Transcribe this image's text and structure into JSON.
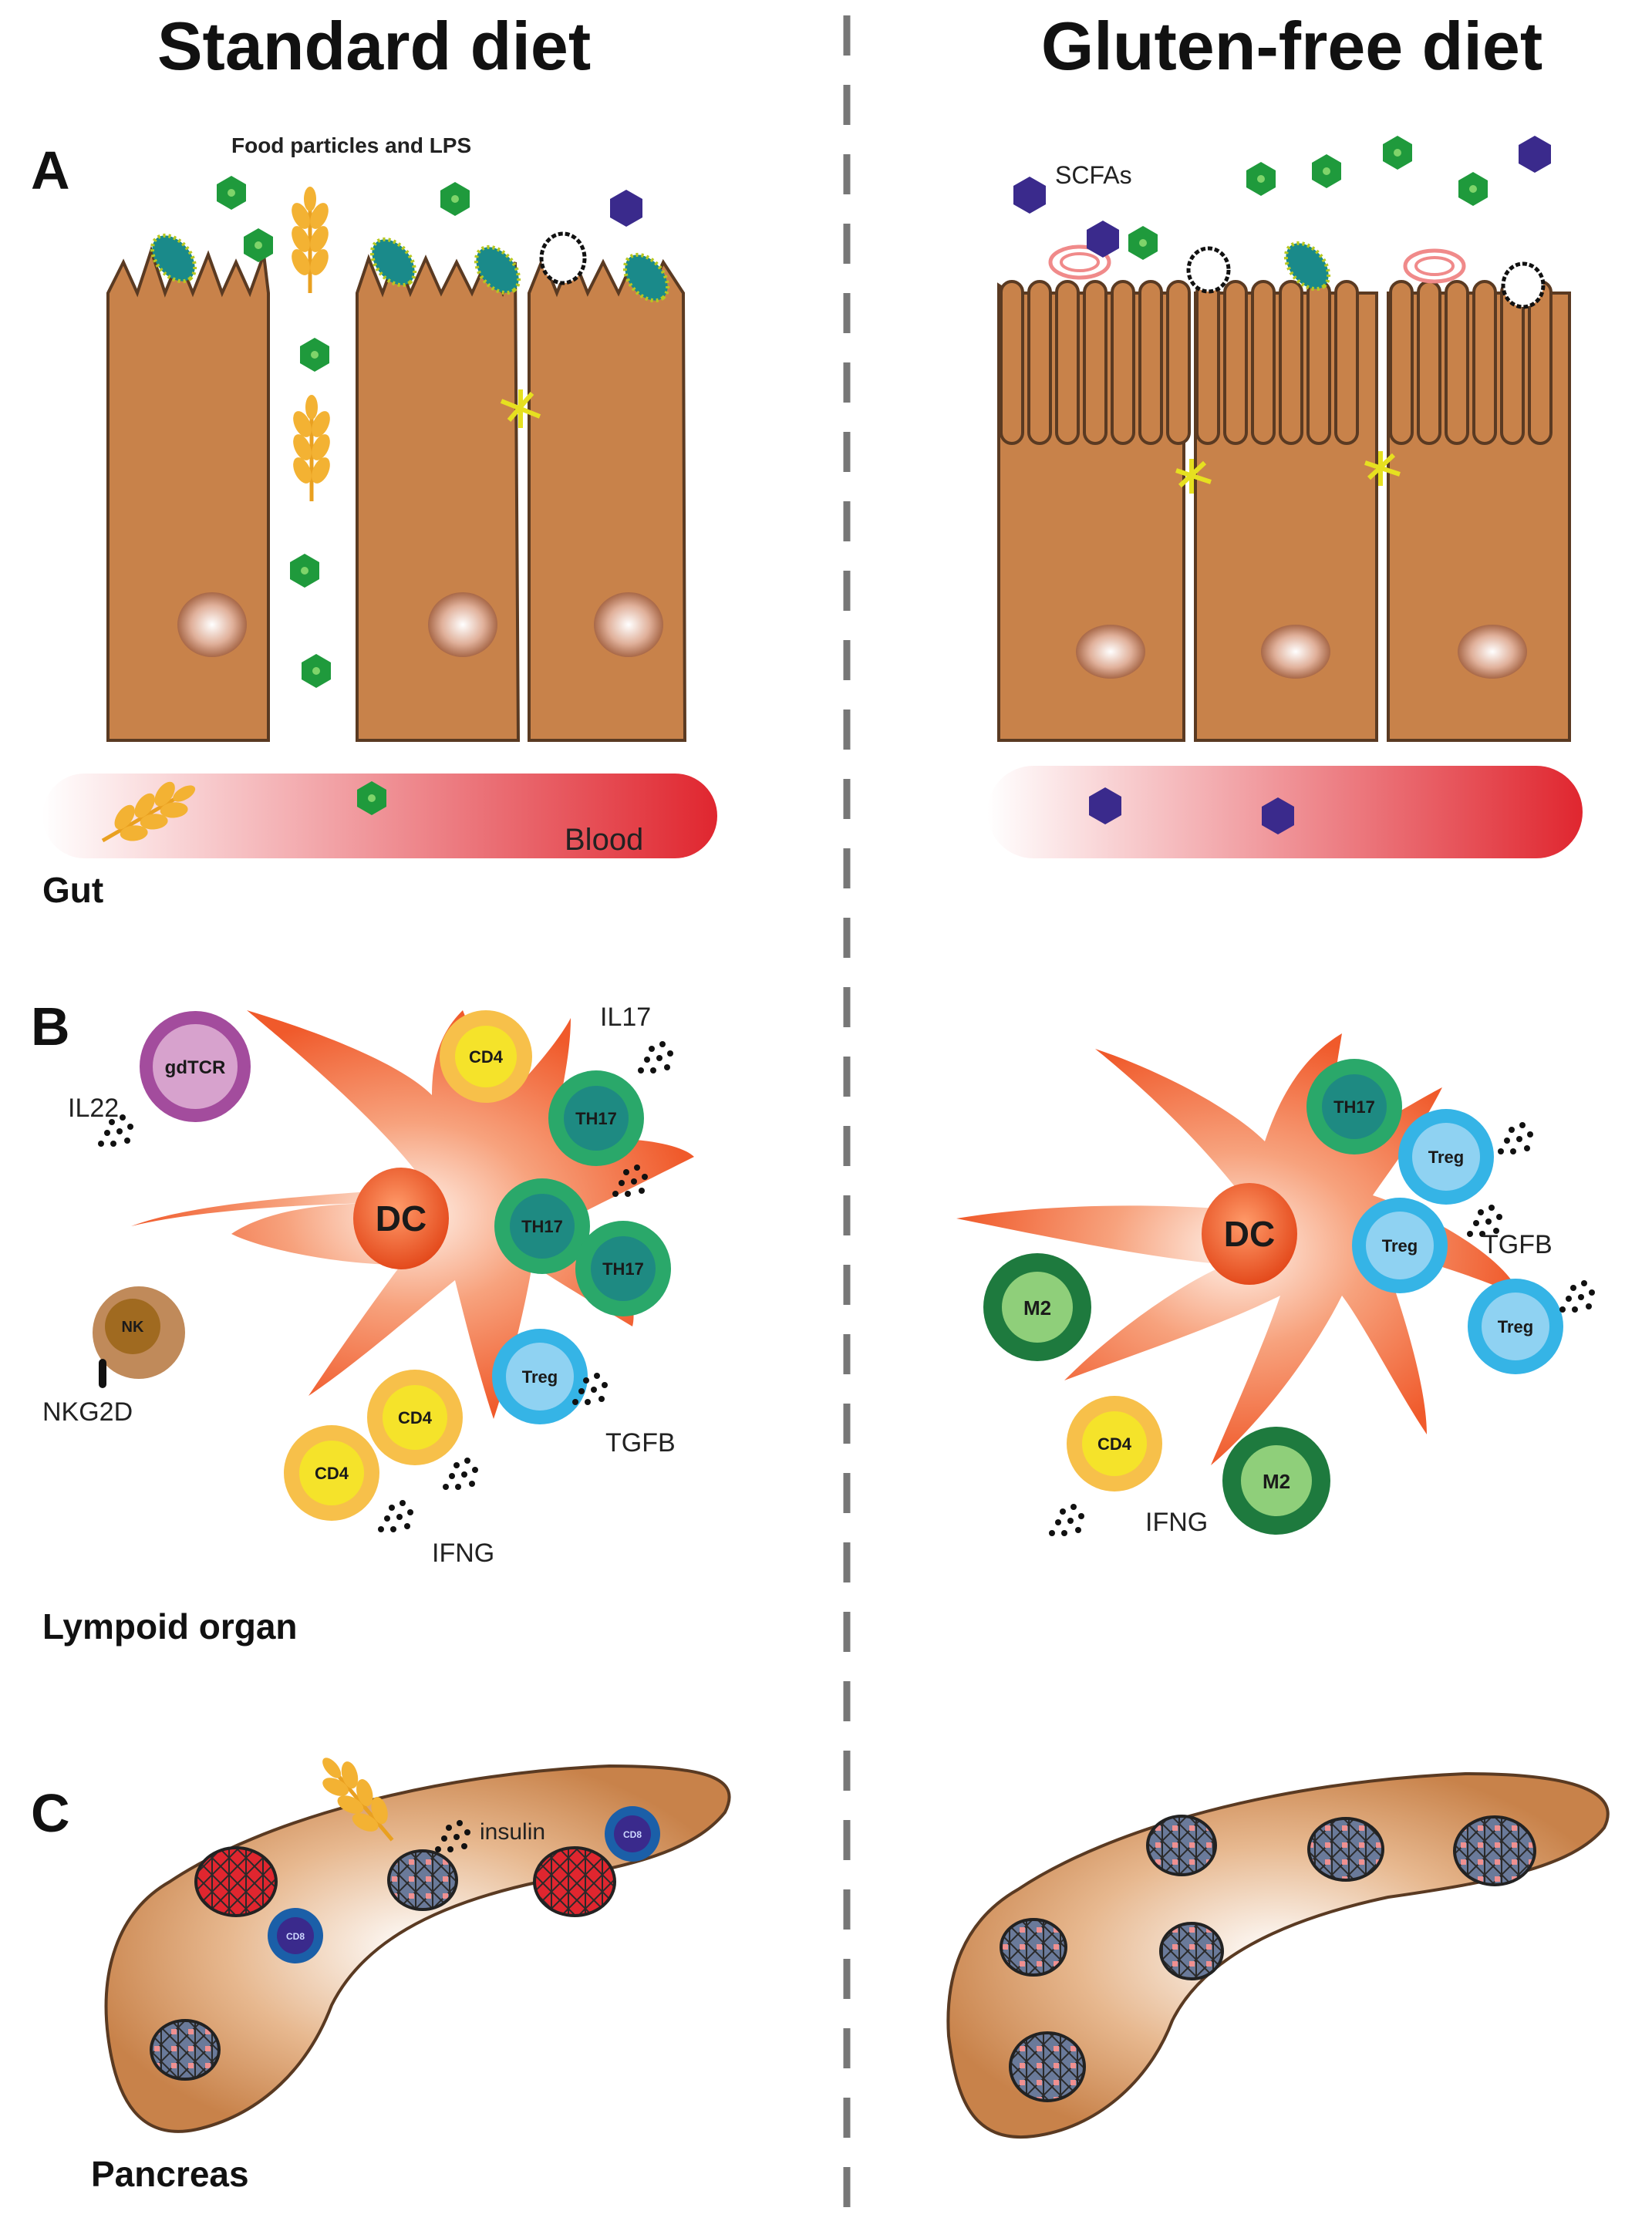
{
  "titles": {
    "left": "Standard diet",
    "right": "Gluten-free diet"
  },
  "panels": {
    "a": "A",
    "b": "B",
    "c": "C"
  },
  "regions": {
    "gut": "Gut",
    "lymphoid": "Lympoid organ",
    "pancreas": "Pancreas"
  },
  "labels": {
    "food_particles": "Food particles and LPS",
    "scfas": "SCFAs",
    "blood": "Blood",
    "il17": "IL17",
    "il22": "IL22",
    "tgfb": "TGFB",
    "ifng": "IFNG",
    "nkg2d": "NKG2D",
    "insulin": "insulin"
  },
  "cells": {
    "dc": "DC",
    "gdtcr": "gdTCR",
    "nk": "NK",
    "cd4": "CD4",
    "th17": "TH17",
    "treg": "Treg",
    "m2": "M2",
    "cd8": "CD8"
  },
  "colors": {
    "epithelium": "#c8824a",
    "dc": "#f26a3d",
    "th17": "#2aa86a",
    "treg": "#35b4e6",
    "cd4": "#f7b733",
    "gdtcr": "#a34c9d",
    "m2": "#1e7a3e",
    "cd8": "#1b5fa8",
    "blood_red": "#e0262f",
    "particle_green": "#1f9a3c",
    "scfa_purple": "#3a2a8c"
  }
}
